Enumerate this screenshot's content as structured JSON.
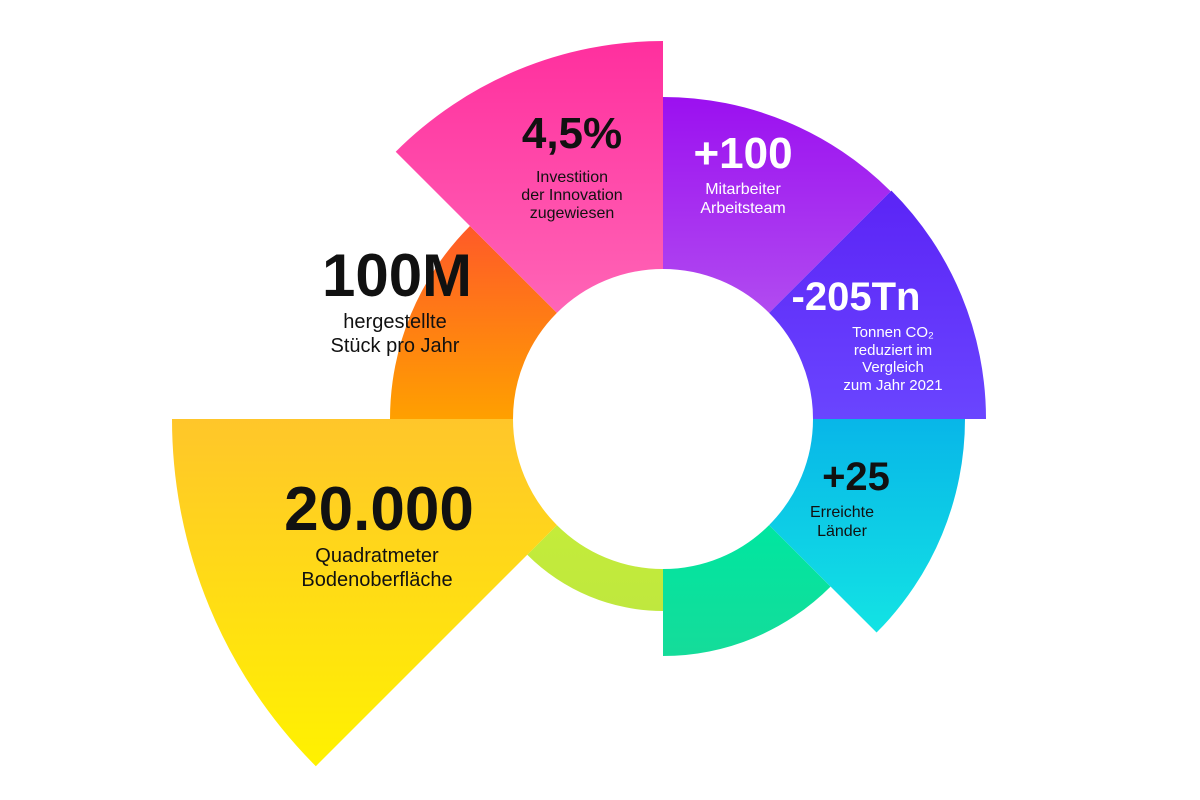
{
  "colors": {
    "background": "#ffffff",
    "dark_text": "#111111",
    "light_text": "#ffffff"
  },
  "segments": [
    {
      "id": "innovation",
      "value": "4,5%",
      "label_lines": [
        "Investition",
        "der Innovation",
        "zugewiesen"
      ],
      "gradient": [
        "#ff2f9e",
        "#ff65b6"
      ],
      "text_color": "#111111"
    },
    {
      "id": "employees",
      "value": "+100",
      "label_lines": [
        "Mitarbeiter",
        "Arbeitsteam"
      ],
      "gradient": [
        "#9b10f0",
        "#b14bf0"
      ],
      "text_color": "#ffffff"
    },
    {
      "id": "co2",
      "value": "-205Tn",
      "label_lines": [
        "Tonnen CO₂",
        "reduziert im",
        "Vergleich",
        "zum Jahr 2021"
      ],
      "gradient": [
        "#5b24f6",
        "#6a45ff"
      ],
      "text_color": "#ffffff"
    },
    {
      "id": "countries",
      "value": "+25",
      "label_lines": [
        "Erreichte",
        "Länder"
      ],
      "gradient": [
        "#08b6e8",
        "#13e3e4"
      ],
      "text_color": "#111111"
    },
    {
      "id": "green",
      "value": "",
      "label_lines": [],
      "gradient": [
        "#00e6a0",
        "#15dc9a"
      ],
      "text_color": "#111111"
    },
    {
      "id": "lime",
      "value": "",
      "label_lines": [],
      "gradient": [
        "#c4ec3a",
        "#bfe83e"
      ],
      "text_color": "#111111"
    },
    {
      "id": "area",
      "value": "20.000",
      "label_lines": [
        "Quadratmeter",
        "Bodenoberfläche"
      ],
      "gradient": [
        "#ffc62a",
        "#fff200"
      ],
      "text_color": "#111111"
    },
    {
      "id": "units",
      "value": "100M",
      "label_lines": [
        "hergestellte",
        "Stück pro Jahr"
      ],
      "gradient": [
        "#ff5a28",
        "#ffa000"
      ],
      "text_color": "#111111"
    }
  ]
}
